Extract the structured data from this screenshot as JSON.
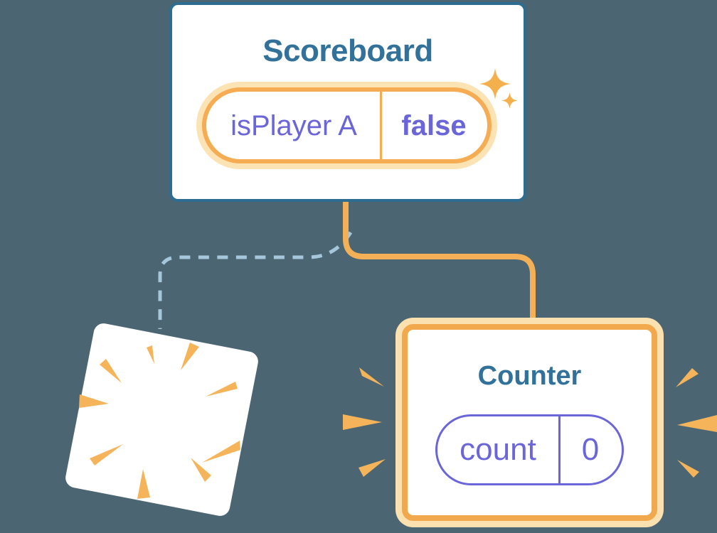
{
  "scene": {
    "description": "React component tree diagram: Scoreboard keeps state, Counter subtree is re-created while previous one is destroyed",
    "background_color": "#4B6672",
    "colors": {
      "card_fill": "#FFFFFF",
      "card_border_blue": "#2D6D92",
      "title_text": "#31719A",
      "state_text_purple": "#6A66D9",
      "state_pill_border_orange": "#F5AC52",
      "state_pill_halo": "#FCE3B4",
      "highlight_border_orange": "#F2A94E",
      "highlight_halo": "#FBE0B0",
      "edge_orange": "#F4B056",
      "edge_dashed_blue": "#A6C6DB",
      "burst_orange": "#F6B45A"
    },
    "scoreboard": {
      "title": "Scoreboard",
      "state": {
        "name": "isPlayer A",
        "value": "false"
      }
    },
    "counter": {
      "title": "Counter",
      "state": {
        "name": "count",
        "value": "0"
      }
    },
    "icons": {
      "sparkle_large": "sparkle-icon",
      "sparkle_small": "sparkle-icon",
      "poof": "poof-burst-icon",
      "emphasis_left": "emphasis-rays-left-icon",
      "emphasis_right": "emphasis-rays-right-icon"
    },
    "edges": {
      "kept": "solid-orange-edge-scoreboard-to-counter",
      "removed": "dashed-blue-edge-scoreboard-to-destroyed-card"
    }
  }
}
